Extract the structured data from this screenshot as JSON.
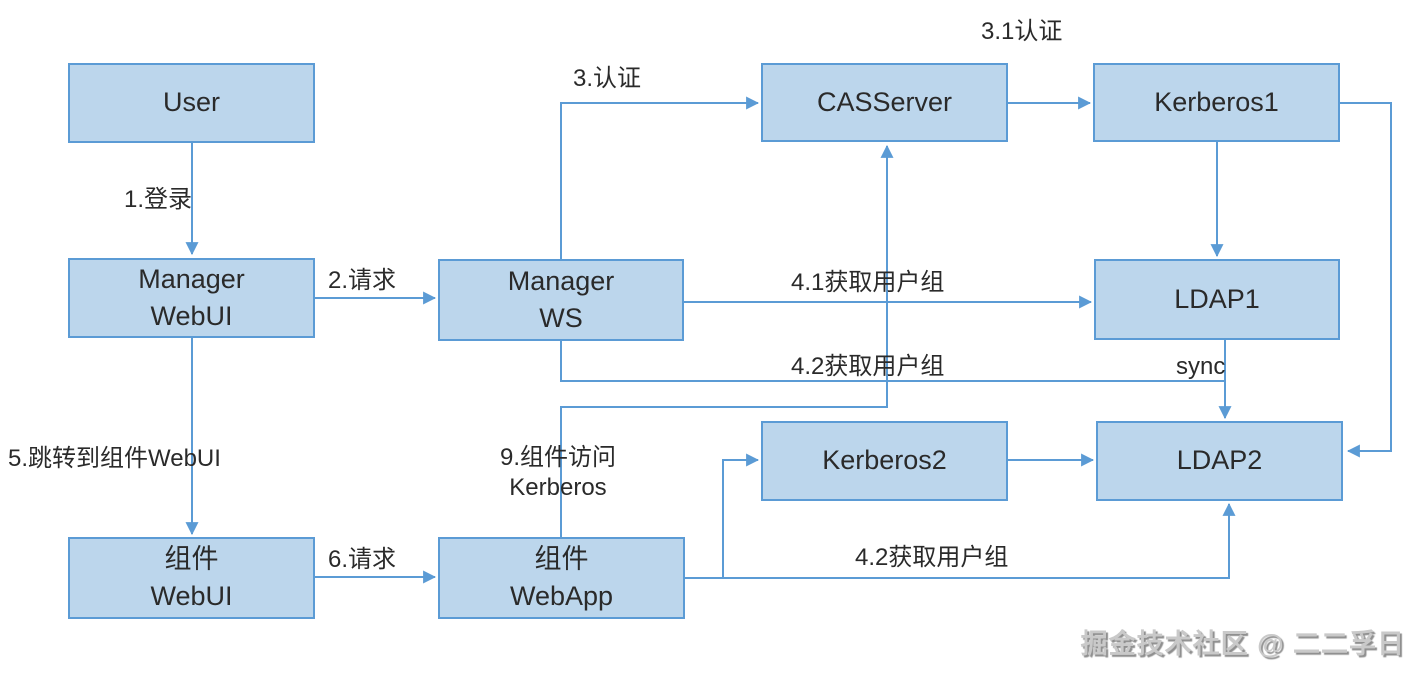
{
  "diagram": {
    "nodes": {
      "user": {
        "label": "User"
      },
      "manager_webui": {
        "label": "Manager\nWebUI"
      },
      "manager_ws": {
        "label": "Manager\nWS"
      },
      "cas_server": {
        "label": "CASServer"
      },
      "kerberos1": {
        "label": "Kerberos1"
      },
      "ldap1": {
        "label": "LDAP1"
      },
      "kerberos2": {
        "label": "Kerberos2"
      },
      "ldap2": {
        "label": "LDAP2"
      },
      "component_webui": {
        "label": "组件\nWebUI"
      },
      "component_webapp": {
        "label": "组件\nWebApp"
      }
    },
    "edge_labels": {
      "login": "1.登录",
      "request2": "2.请求",
      "auth3": "3.认证",
      "auth31": "3.1认证",
      "get_user_group_41": "4.1获取用户组",
      "get_user_group_42": "4.2获取用户组",
      "sync": "sync",
      "jump5": "5.跳转到组件WebUI",
      "request6": "6.请求",
      "component_access9": "9.组件访问\nKerberos",
      "get_user_group_42b": "4.2获取用户组"
    },
    "watermark": "掘金技术社区 @ 二二孚日",
    "colors": {
      "node_fill": "#BCD6EC",
      "node_border": "#5B9BD5",
      "arrow": "#5B9BD5",
      "text": "#2a2a2a",
      "watermark": "#c9c9c9"
    }
  }
}
